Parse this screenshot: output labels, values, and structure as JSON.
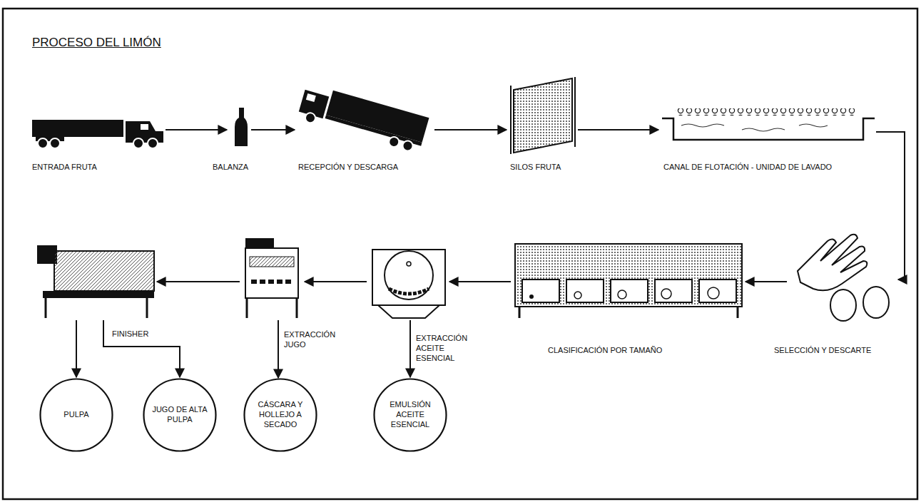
{
  "diagram": {
    "title": "PROCESO DEL LIMÓN",
    "nodes": [
      {
        "text": [
          "ENTRADA FRUTA"
        ]
      },
      {
        "text": [
          "BALANZA"
        ]
      },
      {
        "text": [
          "RECEPCIÓN Y DESCARGA"
        ]
      },
      {
        "text": [
          "SILOS FRUTA"
        ]
      },
      {
        "text": [
          "CANAL DE FLOTACIÓN - UNIDAD DE LAVADO"
        ]
      },
      {
        "text": [
          "SELECCIÓN Y DESCARTE"
        ]
      },
      {
        "text": [
          "CLASIFICACIÓN POR TAMAÑO"
        ]
      },
      {
        "text": [
          "EXTRACCIÓN ACEITE ESENCIAL"
        ]
      },
      {
        "text": [
          "EXTRACCIÓN JUGO"
        ]
      },
      {
        "text": [
          "FINISHER"
        ]
      },
      {
        "text": [
          "PULPA"
        ]
      },
      {
        "text": [
          "JUGO DE ALTA PULPA"
        ]
      },
      {
        "text": [
          "CÁSCARA Y HOLLEJO A SECADO"
        ]
      },
      {
        "text": [
          "EMULSIÓN ACEITE ESENCIAL"
        ]
      }
    ],
    "edges": [
      {
        "from": 0,
        "to": 1,
        "arrow": "to"
      },
      {
        "from": 1,
        "to": 2,
        "arrow": "to"
      },
      {
        "from": 2,
        "to": 3,
        "arrow": "to"
      },
      {
        "from": 3,
        "to": 4,
        "arrow": "to"
      },
      {
        "from": 4,
        "to": 5,
        "arrow": "to"
      },
      {
        "from": 5,
        "to": 6,
        "arrow": "to"
      },
      {
        "from": 6,
        "to": 7,
        "arrow": "to"
      },
      {
        "from": 7,
        "to": 8,
        "arrow": "to"
      },
      {
        "from": 8,
        "to": 9,
        "arrow": "to"
      },
      {
        "from": 9,
        "to": 10,
        "arrow": "to"
      },
      {
        "from": 9,
        "to": 11,
        "arrow": "to"
      },
      {
        "from": 8,
        "to": 12,
        "arrow": "to"
      },
      {
        "from": 7,
        "to": 13,
        "arrow": "to"
      }
    ]
  }
}
